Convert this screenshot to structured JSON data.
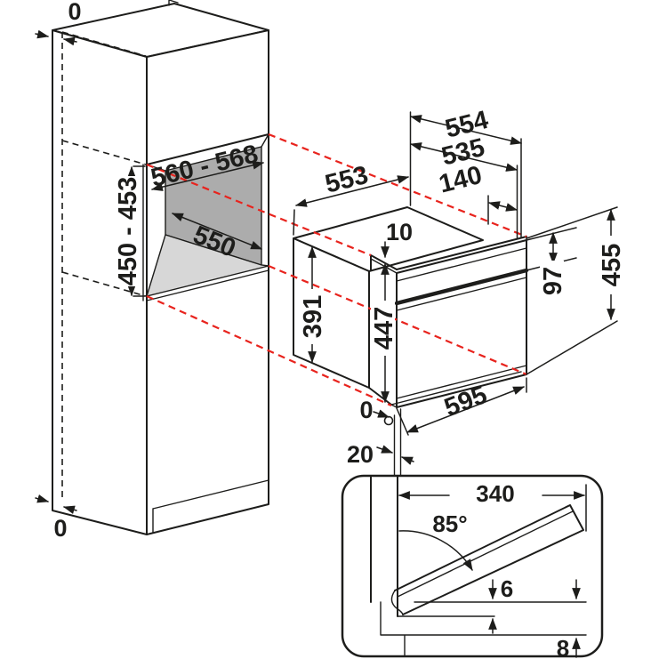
{
  "cabinet": {
    "top_gap": "0",
    "bottom_gap": "0",
    "niche": {
      "width": "560 - 568",
      "height": "450 - 453",
      "depth": "550"
    }
  },
  "oven": {
    "depth_overall": "554",
    "depth_body": "535",
    "front_section_depth": "140",
    "top_depth": "553",
    "top_step": "10",
    "rear_height": "391",
    "front_height": "447",
    "control_panel_height": "97",
    "overall_height": "455",
    "width": "595",
    "flush_gap": "0",
    "bottom_clearance": "20"
  },
  "door_detail": {
    "open_door_depth": "340",
    "opening_angle": "85°",
    "door_floor_gap": "6",
    "plinth_recess": "8"
  },
  "style": {
    "line_color": "#1d1d1b",
    "projection_color": "#e8231d",
    "niche_back_color": "#acacac",
    "niche_floor_color": "#d7d7d7"
  }
}
